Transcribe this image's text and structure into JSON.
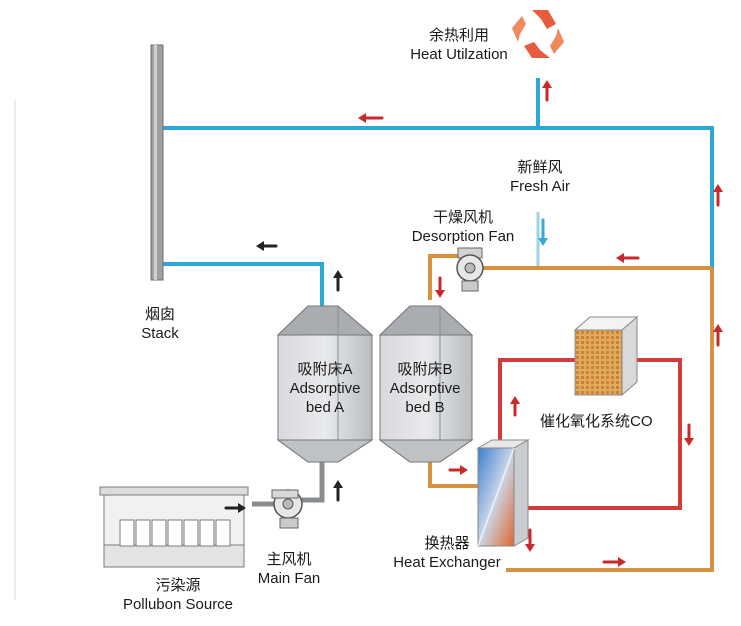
{
  "heat_utilization": {
    "zh": "余热利用",
    "en": "Heat Utilzation"
  },
  "fresh_air": {
    "zh": "新鲜风",
    "en": "Fresh Air"
  },
  "desorption_fan": {
    "zh": "干燥风机",
    "en": "Desorption Fan"
  },
  "stack": {
    "zh": "烟囱",
    "en": "Stack"
  },
  "bed_a": {
    "zh": "吸附床A",
    "en1": "Adsorptive",
    "en2": "bed A"
  },
  "bed_b": {
    "zh": "吸附床B",
    "en1": "Adsorptive",
    "en2": "bed B"
  },
  "catalytic": {
    "zh": "催化氧化系统CO"
  },
  "heat_exchanger": {
    "zh": "换热器",
    "en": "Heat Exchanger"
  },
  "main_fan": {
    "zh": "主风机",
    "en": "Main Fan"
  },
  "pollution_source": {
    "zh": "污染源",
    "en": "Pollubon Source"
  },
  "colors": {
    "blue_pipe": "#2aa8d8",
    "orange_pipe": "#d7913f",
    "red_pipe": "#d33a3a",
    "arrow_red": "#c8292b",
    "arrow_black": "#222222"
  }
}
